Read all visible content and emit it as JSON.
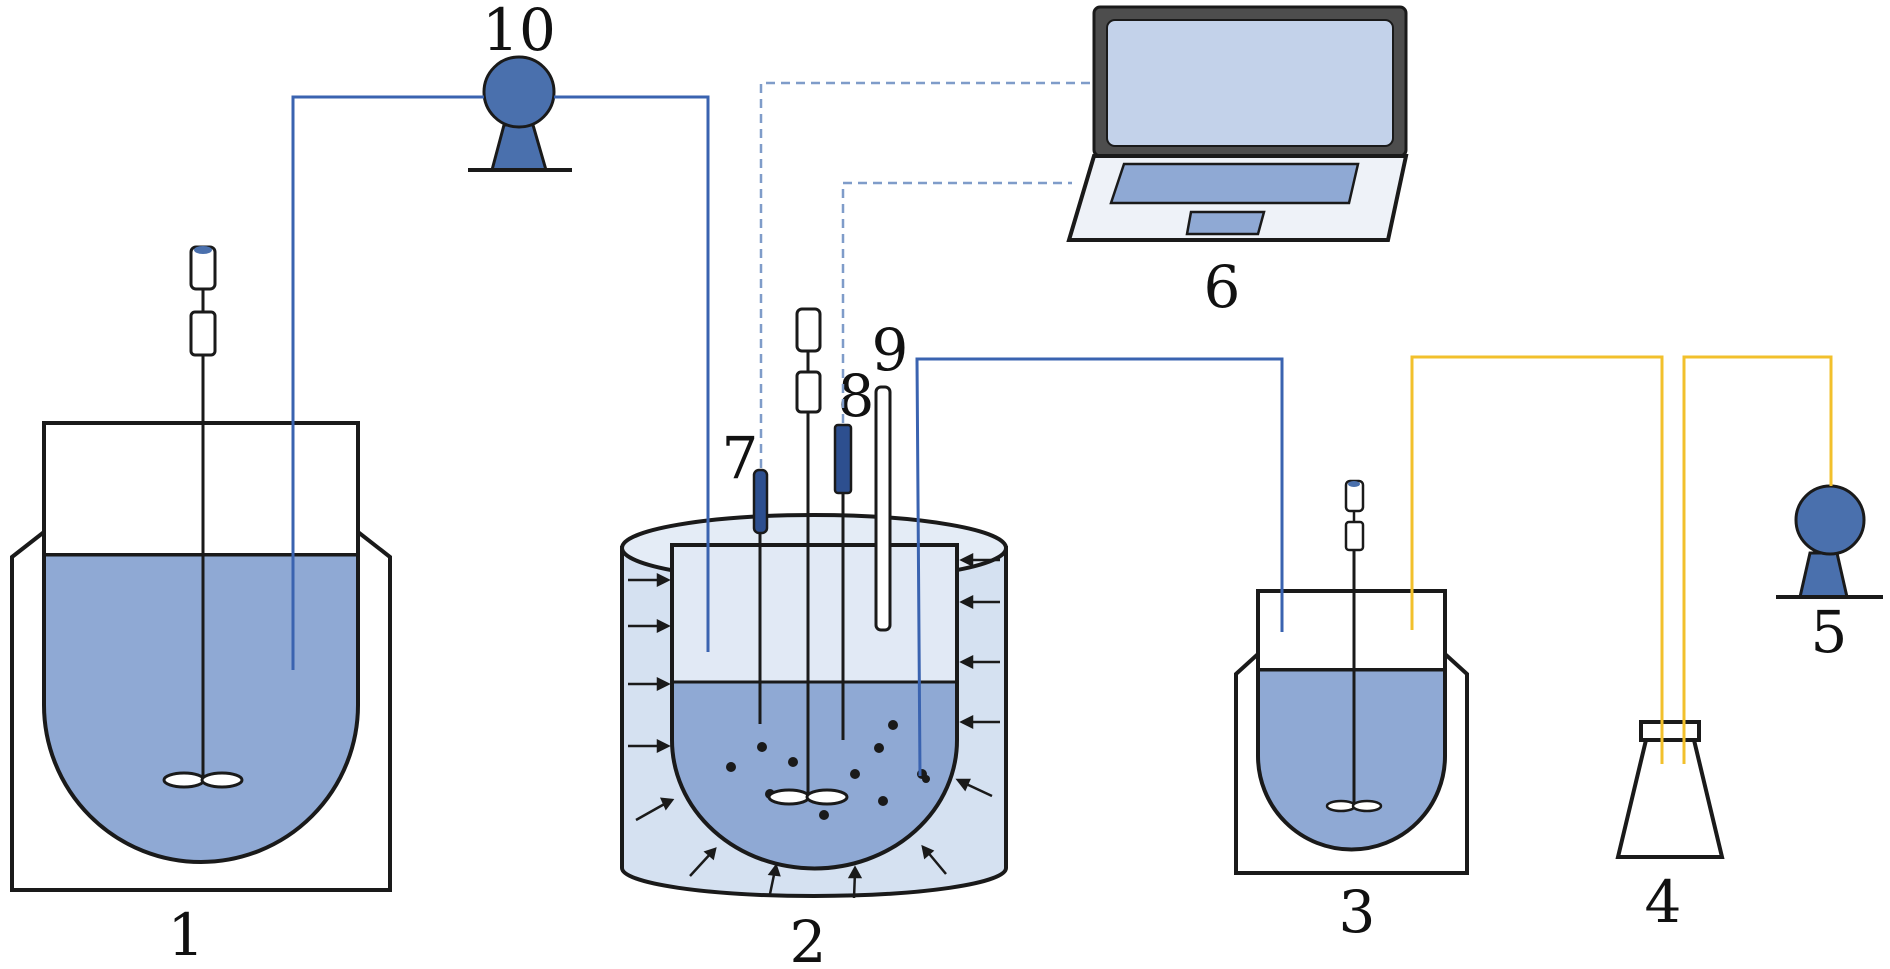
{
  "labels": {
    "tank1": "1",
    "reactor2": "2",
    "tank3": "3",
    "flask4": "4",
    "pump5": "5",
    "laptop6": "6",
    "probe7": "7",
    "probe8": "8",
    "tube9": "9",
    "pump10": "10"
  },
  "colors": {
    "liquid": "#8fa9d4",
    "jacket": "#d5e1f1",
    "pump": "#4a70ad",
    "blue_line": "#3a63b0",
    "yellow_line": "#f2c02c",
    "dashed_line": "#7f9cc9",
    "screen": "#c3d2ea",
    "touchpad": "#8fa9d4",
    "outline": "#1a1a1a"
  },
  "icons": [
    "stirrer-icon",
    "pump-icon",
    "laptop-icon",
    "erlenmeyer-flask-icon",
    "probe-icon"
  ]
}
